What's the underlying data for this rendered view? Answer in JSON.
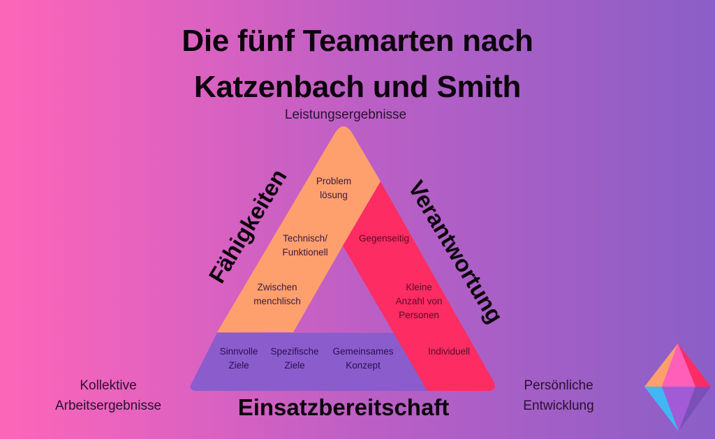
{
  "title": {
    "line1": "Die fünf Teamarten nach",
    "line2": "Katzenbach und Smith"
  },
  "corners": {
    "top": "Leistungsergebnisse",
    "bottom_left": [
      "Kollektive",
      "Arbeitsergebnisse"
    ],
    "bottom_right": [
      "Persönliche",
      "Entwicklung"
    ]
  },
  "sides": {
    "left": "Fähigkeiten",
    "right": "Verantwortung",
    "bottom": "Einsatzbereitschaft"
  },
  "skills_band": {
    "color": "#fe9f6e",
    "items": [
      [
        "Problem",
        "lösung"
      ],
      [
        "Technisch/",
        "Funktionell"
      ],
      [
        "Zwischen",
        "menchlisch"
      ]
    ]
  },
  "responsibility_band": {
    "color": "#fd2c62",
    "items": [
      [
        "Gegenseitig"
      ],
      [
        "Kleine",
        "Anzahl von",
        "Personen"
      ],
      [
        "Individuell"
      ]
    ]
  },
  "commitment_band": {
    "color": "#8a5ccc",
    "items": [
      [
        "Sinnvolle",
        "Ziele"
      ],
      [
        "Spezifische",
        "Ziele"
      ],
      [
        "Gemeinsames",
        "Konzept"
      ]
    ]
  },
  "logo": {
    "icon": "diamond-logo-icon",
    "colors": [
      "#fe9f6e",
      "#ff5fb8",
      "#fd2c62",
      "#40b8f5",
      "#a35ad6",
      "#7a4fb8"
    ]
  },
  "colors": {
    "bg_left": "#fd66b8",
    "bg_mid": "#bd5fc5",
    "bg_right": "#8a5fc7"
  }
}
